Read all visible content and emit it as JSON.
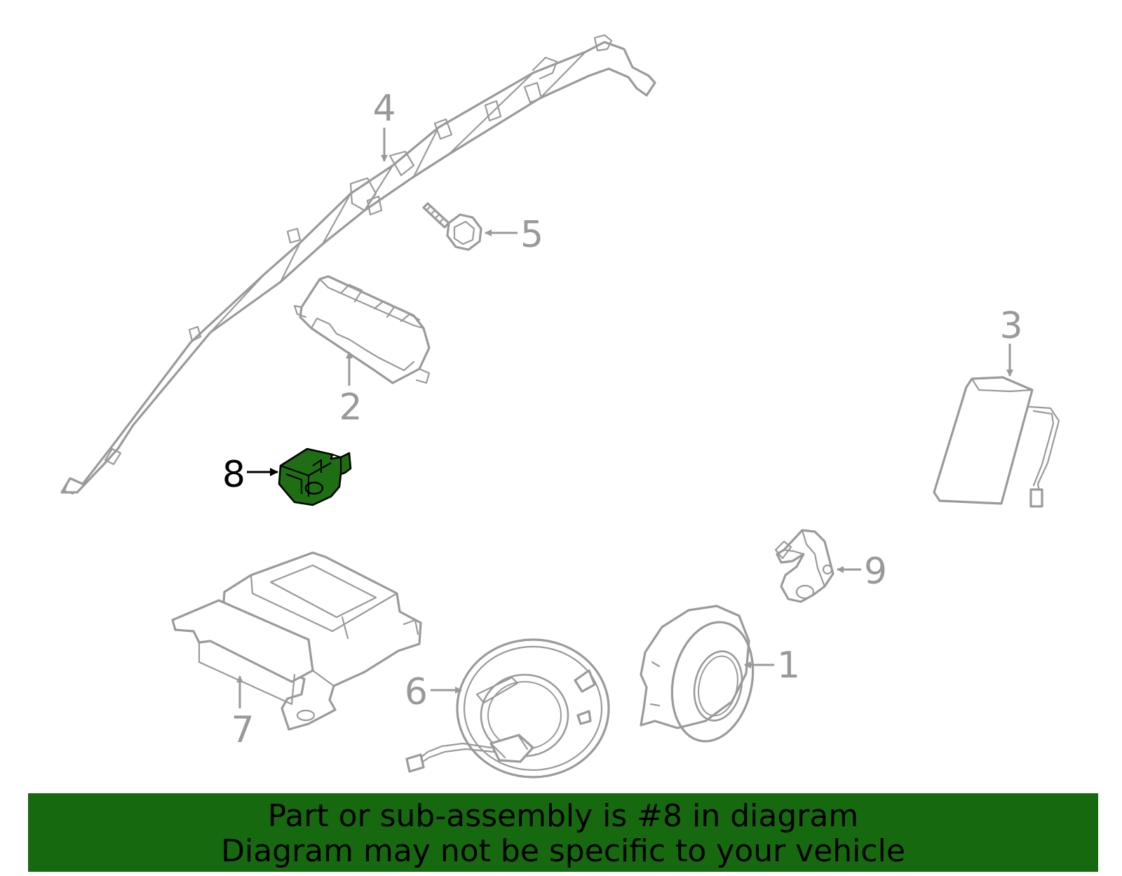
{
  "callouts": [
    {
      "id": "1",
      "label": "1"
    },
    {
      "id": "2",
      "label": "2"
    },
    {
      "id": "3",
      "label": "3"
    },
    {
      "id": "4",
      "label": "4"
    },
    {
      "id": "5",
      "label": "5"
    },
    {
      "id": "6",
      "label": "6"
    },
    {
      "id": "7",
      "label": "7"
    },
    {
      "id": "8",
      "label": "8",
      "highlighted": true
    },
    {
      "id": "9",
      "label": "9"
    }
  ],
  "banner": {
    "line1": "Part or sub-assembly is #8 in diagram",
    "line2": "Diagram may not be specific to your vehicle"
  },
  "colors": {
    "highlight_fill": "#1f6e14",
    "banner_background": "#17690f",
    "part_outline": "#9a9a9a",
    "callout_text": "#999999"
  }
}
